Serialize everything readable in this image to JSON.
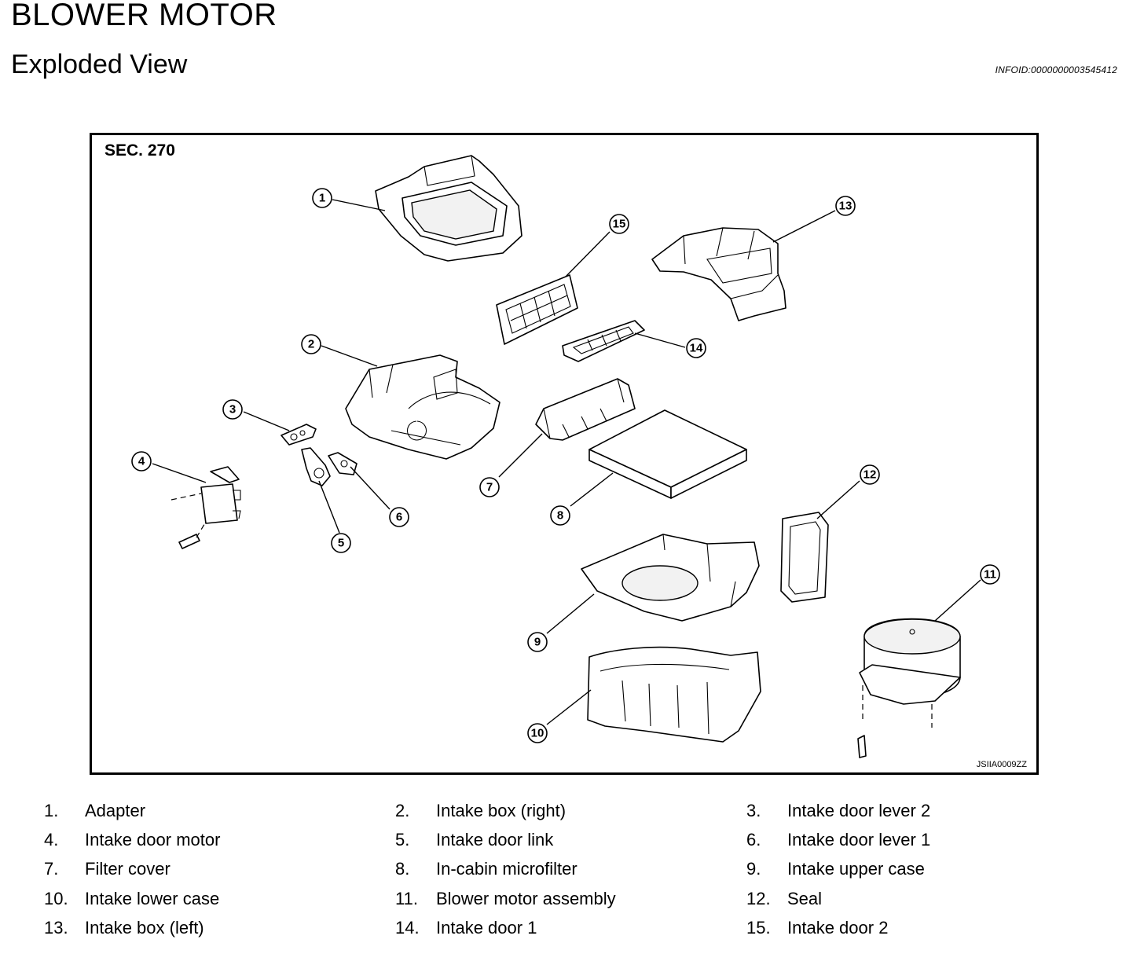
{
  "header": {
    "title": "BLOWER MOTOR",
    "subtitle": "Exploded View",
    "info_id": "INFOID:0000000003545412"
  },
  "diagram": {
    "section_label": "SEC. 270",
    "figure_id": "JSIIA0009ZZ",
    "callouts": [
      "1",
      "2",
      "3",
      "4",
      "5",
      "6",
      "7",
      "8",
      "9",
      "10",
      "11",
      "12",
      "13",
      "14",
      "15"
    ]
  },
  "legend": [
    {
      "num": "1.",
      "label": "Adapter"
    },
    {
      "num": "2.",
      "label": "Intake box (right)"
    },
    {
      "num": "3.",
      "label": "Intake door lever 2"
    },
    {
      "num": "4.",
      "label": "Intake door motor"
    },
    {
      "num": "5.",
      "label": "Intake door link"
    },
    {
      "num": "6.",
      "label": "Intake door lever 1"
    },
    {
      "num": "7.",
      "label": "Filter cover"
    },
    {
      "num": "8.",
      "label": "In-cabin microfilter"
    },
    {
      "num": "9.",
      "label": "Intake upper case"
    },
    {
      "num": "10.",
      "label": "Intake lower case"
    },
    {
      "num": "11.",
      "label": "Blower motor assembly"
    },
    {
      "num": "12.",
      "label": "Seal"
    },
    {
      "num": "13.",
      "label": "Intake box (left)"
    },
    {
      "num": "14.",
      "label": "Intake door 1"
    },
    {
      "num": "15.",
      "label": "Intake door 2"
    }
  ]
}
